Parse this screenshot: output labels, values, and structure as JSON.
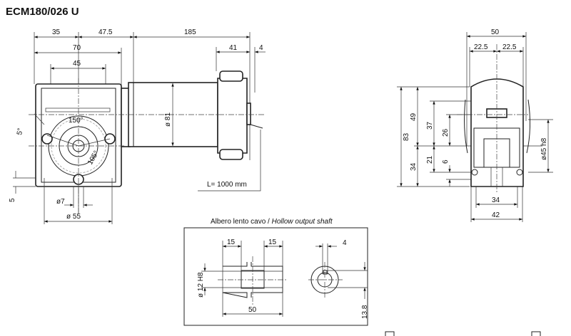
{
  "title": "ECM180/026 U",
  "side_view": {
    "dim_35": "35",
    "dim_47_5": "47.5",
    "dim_185": "185",
    "dim_70": "70",
    "dim_45": "45",
    "dim_41": "41",
    "dim_4": "4",
    "motor_diameter": "ø 81",
    "angle_150": "150°",
    "angle_105": "105°",
    "angle_5": "5°",
    "dim_5": "5",
    "hole_diameter": "ø7",
    "flange_diameter": "ø 55",
    "cable_length": "L= 1000 mm"
  },
  "front_view": {
    "dim_50": "50",
    "dim_22_5_left": "22.5",
    "dim_22_5_right": "22.5",
    "dim_83": "83",
    "dim_49": "49",
    "dim_37": "37",
    "dim_26": "26",
    "dim_34_vertical": "34",
    "dim_21": "21",
    "dim_6": "6",
    "pilot_diameter": "ø45 h8",
    "dim_34_bottom": "34",
    "dim_42": "42"
  },
  "hollow_shaft": {
    "caption_it": "Albero lento cavo / ",
    "caption_en": "Hollow output shaft",
    "dim_15_left": "15",
    "dim_15_right": "15",
    "bore_diameter": "ø 12 H8",
    "dim_50": "50",
    "key_width": "4",
    "key_depth": "13.8"
  }
}
